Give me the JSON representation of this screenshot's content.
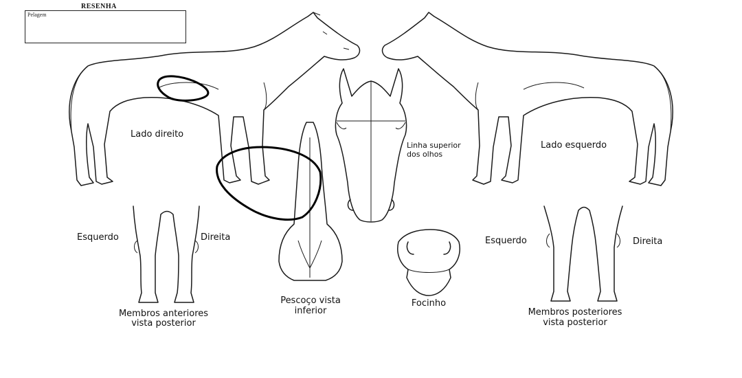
{
  "form": {
    "title": "RESENHA",
    "field_label": "Pelagem"
  },
  "labels": {
    "right_side": "Lado direito",
    "left_side": "Lado esquerdo",
    "eye_line_1": "Linha superior",
    "eye_line_2": "dos olhos",
    "front_left": "Esquerdo",
    "front_right": "Direita",
    "front_caption_1": "Membros anteriores",
    "front_caption_2": "vista posterior",
    "neck_caption_1": "Pescoço vista",
    "neck_caption_2": "inferior",
    "muzzle": "Focinho",
    "hind_left": "Esquerdo",
    "hind_right": "Direita",
    "hind_caption_1": "Membros posteriores",
    "hind_caption_2": "vista posterior"
  },
  "annotations": [
    {
      "shape": "closed-loop",
      "stroke": "#000000"
    },
    {
      "shape": "closed-loop",
      "stroke": "#000000"
    }
  ]
}
